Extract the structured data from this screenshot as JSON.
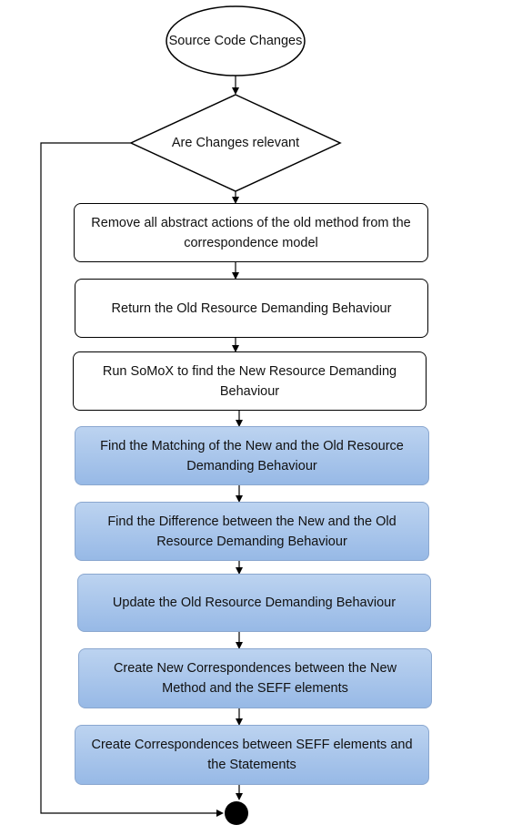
{
  "flowchart": {
    "start": "Source Code Changes",
    "decision": "Are Changes relevant",
    "steps": [
      "Remove all abstract actions of the old method from the correspondence model",
      "Return the Old Resource Demanding Behaviour",
      "Run SoMoX to find the New Resource Demanding Behaviour",
      "Find the Matching of the New and the Old Resource Demanding Behaviour",
      "Find the Difference between the New and the Old Resource Demanding Behaviour",
      "Update the Old Resource Demanding Behaviour",
      "Create New Correspondences between the New Method and the SEFF elements",
      "Create Correspondences between SEFF elements and the Statements"
    ],
    "colors": {
      "white_fill": "#ffffff",
      "blue_fill": "#a9c5eb",
      "line": "#000000"
    }
  }
}
